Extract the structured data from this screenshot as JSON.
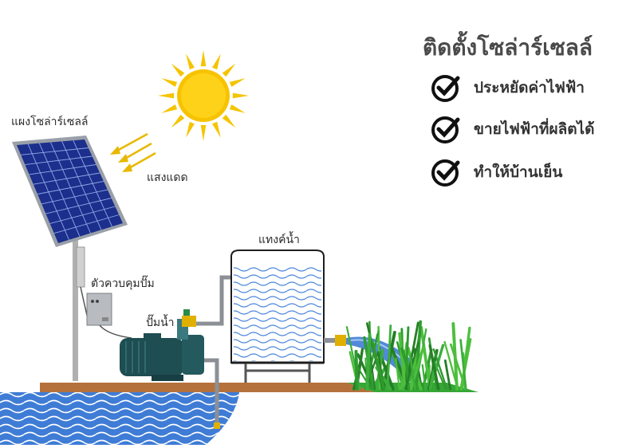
{
  "labels": {
    "solar_panel": "แผงโซล่าร์เซลล์",
    "sunlight": "แสงแดด",
    "controller": "ตัวควบคุมปั๊ม",
    "pump": "ปั๊มน้ำ",
    "tank": "แทงค์น้ำ"
  },
  "benefits": {
    "title": "ติดตั้งโซล่าร์เซลล์",
    "items": [
      "ประหยัดค่าไฟฟ้า",
      "ขายไฟฟ้าที่ผลิตได้",
      "ทำให้บ้านเย็น"
    ]
  },
  "colors": {
    "sun": "#f5c400",
    "panel": "#1c2f8c",
    "water": "#3f7cd6",
    "ground": "#b5713c",
    "grass": "#2f9b2f",
    "pump": "#1e4d52",
    "valve": "#e0b000"
  }
}
